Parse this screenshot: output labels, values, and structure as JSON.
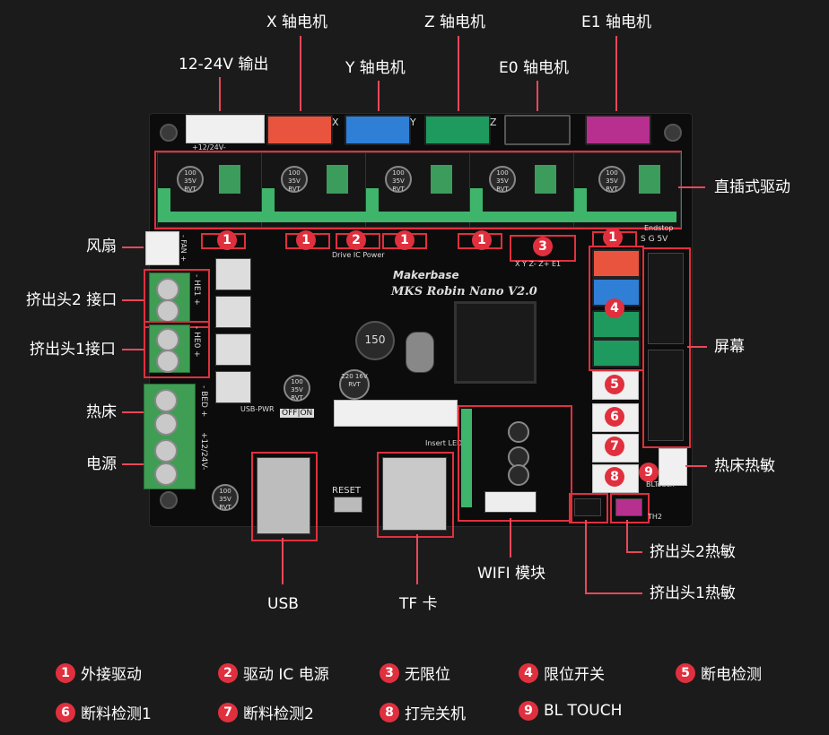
{
  "top_labels": {
    "x_motor": "X 轴电机",
    "z_motor": "Z 轴电机",
    "e1_motor": "E1 轴电机",
    "output_12_24": "12-24V 输出",
    "y_motor": "Y 轴电机",
    "e0_motor": "E0 轴电机"
  },
  "left_labels": {
    "fan": "风扇",
    "extruder2": "挤出头2 接口",
    "extruder1": "挤出头1接口",
    "hotbed": "热床",
    "power": "电源"
  },
  "right_labels": {
    "driver": "直插式驱动",
    "screen": "屏幕",
    "bed_thermistor": "热床热敏",
    "ext2_thermistor": "挤出头2热敏",
    "ext1_thermistor": "挤出头1热敏"
  },
  "bottom_labels": {
    "usb": "USB",
    "tf": "TF 卡",
    "wifi": "WIFI 模块"
  },
  "board_silk": {
    "brand": "Makerbase",
    "model": "MKS Robin Nano V2.0",
    "drive_ic_power": "Drive IC Power",
    "reset": "RESET",
    "usb_pwr": "USB-PWR",
    "off_on": "OFF|ON",
    "endstop": "Endstop",
    "sg5v": "S G 5V",
    "x_axis": "X",
    "y_axis": "Y",
    "z_axis": "Z",
    "fan_text": "- FAN +",
    "he1": "- HE1 +",
    "he0": "- HE0 +",
    "bed": "- BED +",
    "v1224": "+12/24V-",
    "cap1": "100 35V RVT",
    "cap2": "220 16V RVT",
    "inductor": "150",
    "insert_led": "Insert LED",
    "bltouch": "BLTouch",
    "th2": "TH2"
  },
  "markers": [
    "1",
    "1",
    "2",
    "1",
    "1",
    "3",
    "1",
    "4",
    "5",
    "6",
    "7",
    "8",
    "9"
  ],
  "legend": [
    {
      "num": "1",
      "text": "外接驱动"
    },
    {
      "num": "2",
      "text": "驱动 IC 电源"
    },
    {
      "num": "3",
      "text": "无限位"
    },
    {
      "num": "4",
      "text": "限位开关"
    },
    {
      "num": "5",
      "text": "断电检测"
    },
    {
      "num": "6",
      "text": "断料检测1"
    },
    {
      "num": "7",
      "text": "断料检测2"
    },
    {
      "num": "8",
      "text": "打完关机"
    },
    {
      "num": "9",
      "text": "BL TOUCH"
    }
  ],
  "colors": {
    "accent": "#e0303e",
    "pcb": "#0c0c0c",
    "terminal": "#3f9d54",
    "x_conn": "#e9543f",
    "y_conn": "#2f7fd6",
    "z_conn": "#1f9a5f",
    "e0_conn": "#151515",
    "e1_conn": "#b8308f"
  }
}
